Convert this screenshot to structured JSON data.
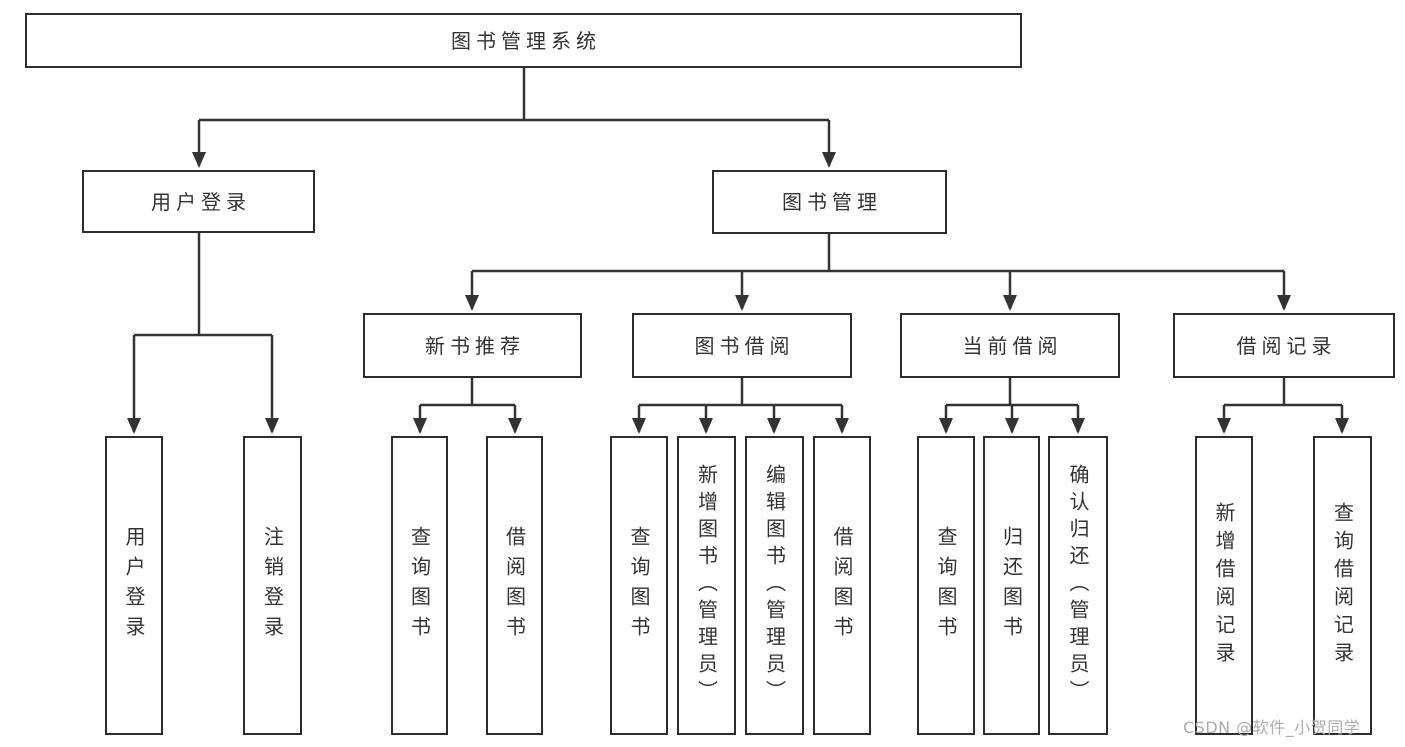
{
  "diagram": {
    "root": "图书管理系统",
    "branches": [
      {
        "label": "用户登录",
        "leaves": [
          "用户登录",
          "注销登录"
        ]
      },
      {
        "label": "图书管理",
        "groups": [
          {
            "label": "新书推荐",
            "leaves": [
              "查询图书",
              "借阅图书"
            ]
          },
          {
            "label": "图书借阅",
            "leaves": [
              "查询图书",
              "新增图书（管理员）",
              "编辑图书（管理员）",
              "借阅图书"
            ]
          },
          {
            "label": "当前借阅",
            "leaves": [
              "查询图书",
              "归还图书",
              "确认归还（管理员）"
            ]
          },
          {
            "label": "借阅记录",
            "leaves": [
              "新增借阅记录",
              "查询借阅记录"
            ]
          }
        ]
      }
    ]
  },
  "watermark": "CSDN @软件_小贺同学",
  "colors": {
    "background": "#ffffff",
    "line": "#333333",
    "border": "#2d2d2d",
    "text": "#333333",
    "watermark": "#adadad"
  }
}
